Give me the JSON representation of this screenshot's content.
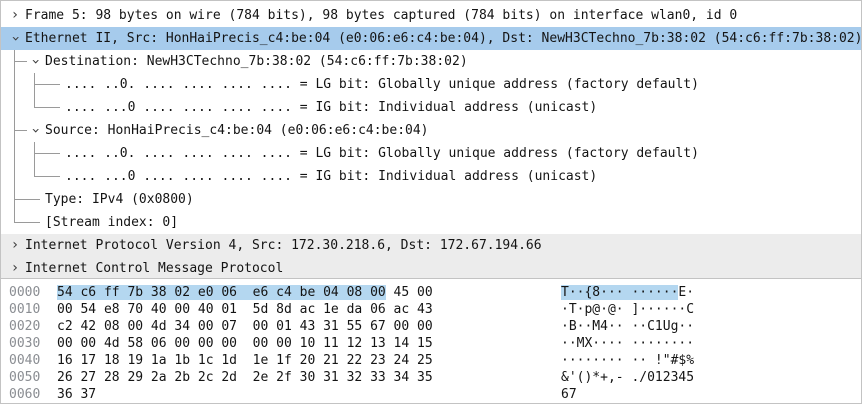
{
  "colors": {
    "selection_bg": "#a6cbec",
    "shaded_row_bg": "#ececec",
    "guide_color": "#9a9a9a",
    "text_color": "#141414",
    "expander_color": "#3c3c3c",
    "offset_color": "#8a8d92",
    "hex_highlight_bg": "#b4d7f0",
    "pane_border": "#c3c3c3"
  },
  "detail_rows": [
    {
      "id": "frame",
      "text": "Frame 5: 98 bytes on wire (784 bits), 98 bytes captured (784 bits) on interface wlan0, id 0",
      "level": 0,
      "expander": "collapsed",
      "selected": false,
      "shaded": false,
      "guides": [],
      "branch": null
    },
    {
      "id": "ethernet",
      "text": "Ethernet II, Src: HonHaiPrecis_c4:be:04 (e0:06:e6:c4:be:04), Dst: NewH3CTechno_7b:38:02 (54:c6:ff:7b:38:02)",
      "level": 0,
      "expander": "expanded",
      "selected": true,
      "shaded": false,
      "guides": [],
      "branch": null
    },
    {
      "id": "eth-destination",
      "text": "Destination: NewH3CTechno_7b:38:02 (54:c6:ff:7b:38:02)",
      "level": 1,
      "expander": "expanded",
      "selected": false,
      "shaded": false,
      "guides": [],
      "branch": {
        "col": 0,
        "type": "mid"
      }
    },
    {
      "id": "dst-lg-bit",
      "text": ".... ..0. .... .... .... .... = LG bit: Globally unique address (factory default)",
      "level": 2,
      "expander": "none",
      "selected": false,
      "shaded": false,
      "guides": [
        0
      ],
      "branch": {
        "col": 1,
        "type": "mid"
      }
    },
    {
      "id": "dst-ig-bit",
      "text": ".... ...0 .... .... .... .... = IG bit: Individual address (unicast)",
      "level": 2,
      "expander": "none",
      "selected": false,
      "shaded": false,
      "guides": [
        0
      ],
      "branch": {
        "col": 1,
        "type": "end"
      }
    },
    {
      "id": "eth-source",
      "text": "Source: HonHaiPrecis_c4:be:04 (e0:06:e6:c4:be:04)",
      "level": 1,
      "expander": "expanded",
      "selected": false,
      "shaded": false,
      "guides": [],
      "branch": {
        "col": 0,
        "type": "mid"
      }
    },
    {
      "id": "src-lg-bit",
      "text": ".... ..0. .... .... .... .... = LG bit: Globally unique address (factory default)",
      "level": 2,
      "expander": "none",
      "selected": false,
      "shaded": false,
      "guides": [
        0
      ],
      "branch": {
        "col": 1,
        "type": "mid"
      }
    },
    {
      "id": "src-ig-bit",
      "text": ".... ...0 .... .... .... .... = IG bit: Individual address (unicast)",
      "level": 2,
      "expander": "none",
      "selected": false,
      "shaded": false,
      "guides": [
        0
      ],
      "branch": {
        "col": 1,
        "type": "end"
      }
    },
    {
      "id": "eth-type",
      "text": "Type: IPv4 (0x0800)",
      "level": 1,
      "expander": "none",
      "selected": false,
      "shaded": false,
      "guides": [],
      "branch": {
        "col": 0,
        "type": "mid"
      }
    },
    {
      "id": "eth-stream-index",
      "text": "[Stream index: 0]",
      "level": 1,
      "expander": "none",
      "selected": false,
      "shaded": false,
      "guides": [],
      "branch": {
        "col": 0,
        "type": "end"
      }
    },
    {
      "id": "ipv4",
      "text": "Internet Protocol Version 4, Src: 172.30.218.6, Dst: 172.67.194.66",
      "level": 0,
      "expander": "collapsed",
      "selected": false,
      "shaded": true,
      "guides": [],
      "branch": null
    },
    {
      "id": "icmp",
      "text": "Internet Control Message Protocol",
      "level": 0,
      "expander": "collapsed",
      "selected": false,
      "shaded": true,
      "guides": [],
      "branch": null
    }
  ],
  "hex": {
    "rows": [
      {
        "offset": "0000",
        "hex": "54 c6 ff 7b 38 02 e0 06  e6 c4 be 04 08 00 45 00",
        "ascii": "T··{8··· ······E·",
        "hl_hex": 42,
        "hl_ascii": 15
      },
      {
        "offset": "0010",
        "hex": "00 54 e8 70 40 00 40 01  5d 8d ac 1e da 06 ac 43",
        "ascii": "·T·p@·@· ]······C",
        "hl_hex": 0,
        "hl_ascii": 0
      },
      {
        "offset": "0020",
        "hex": "c2 42 08 00 4d 34 00 07  00 01 43 31 55 67 00 00",
        "ascii": "·B··M4·· ··C1Ug··",
        "hl_hex": 0,
        "hl_ascii": 0
      },
      {
        "offset": "0030",
        "hex": "00 00 4d 58 06 00 00 00  00 00 10 11 12 13 14 15",
        "ascii": "··MX···· ········",
        "hl_hex": 0,
        "hl_ascii": 0
      },
      {
        "offset": "0040",
        "hex": "16 17 18 19 1a 1b 1c 1d  1e 1f 20 21 22 23 24 25",
        "ascii": "········ ·· !\"#$%",
        "hl_hex": 0,
        "hl_ascii": 0
      },
      {
        "offset": "0050",
        "hex": "26 27 28 29 2a 2b 2c 2d  2e 2f 30 31 32 33 34 35",
        "ascii": "&'()*+,- ./012345",
        "hl_hex": 0,
        "hl_ascii": 0
      },
      {
        "offset": "0060",
        "hex": "36 37",
        "ascii": "67",
        "hl_hex": 0,
        "hl_ascii": 0
      }
    ]
  }
}
